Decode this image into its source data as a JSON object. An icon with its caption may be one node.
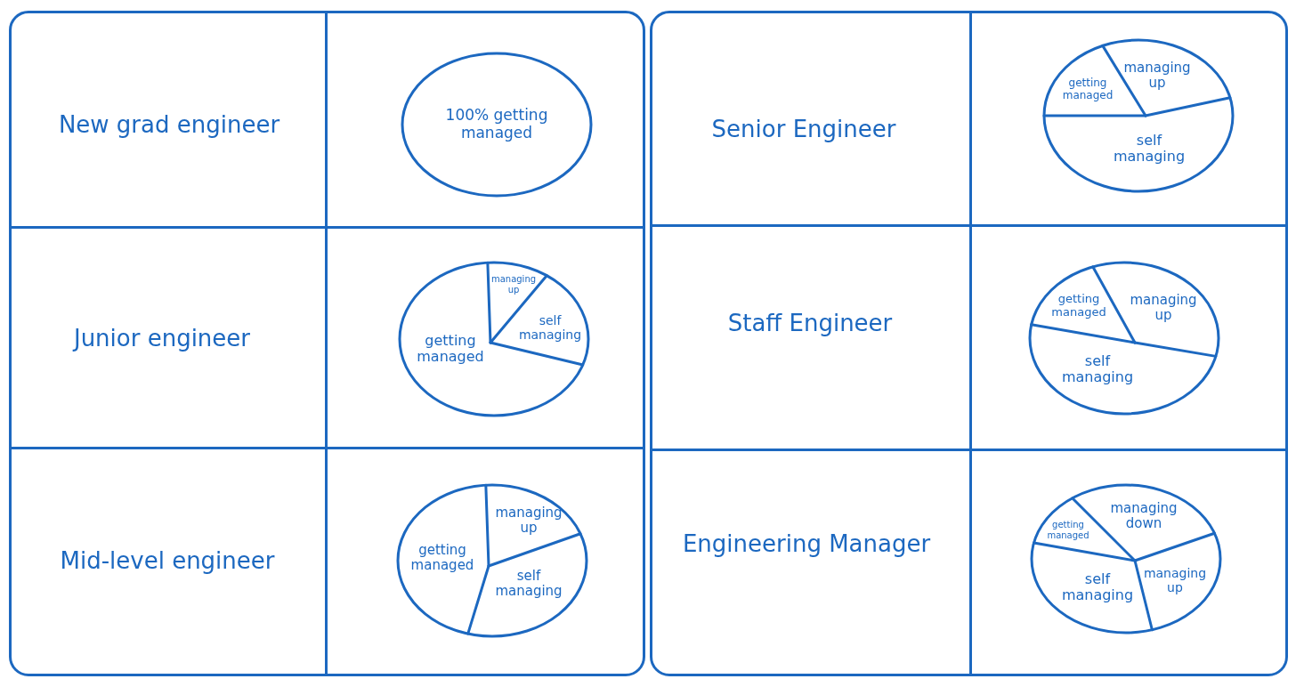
{
  "diagram": {
    "nodes": [
      {
        "text": [
          "100% getting managed"
        ]
      },
      {
        "text": [
          "managing up",
          "self managing",
          "getting managed"
        ]
      },
      {
        "text": [
          "managing up",
          "getting managed",
          "self managing"
        ]
      },
      {
        "text": [
          "managing up",
          "getting managed",
          "self managing"
        ]
      },
      {
        "text": [
          "getting managed",
          "managing up",
          "self managing"
        ]
      },
      {
        "text": [
          "getting managed",
          "managing down",
          "self managing",
          "managing up"
        ]
      }
    ],
    "labels": [
      "New grad engineer",
      "Junior engineer",
      "Mid-level engineer",
      "Senior Engineer",
      "Staff Engineer",
      "Engineering Manager"
    ]
  }
}
